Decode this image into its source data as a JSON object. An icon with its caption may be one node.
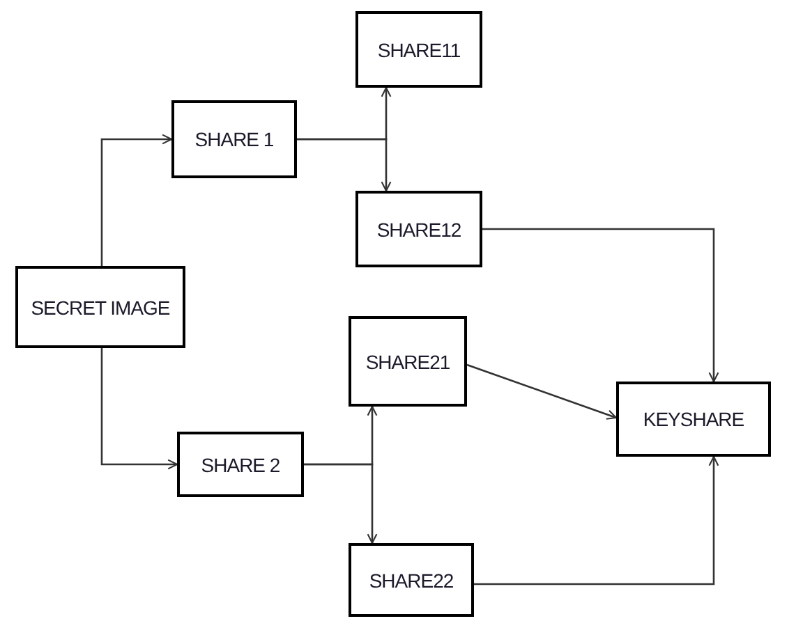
{
  "diagram": {
    "nodes": [
      {
        "text": [
          "SHARE11"
        ]
      },
      {
        "text": [
          "SHARE 1"
        ]
      },
      {
        "text": [
          "SHARE12"
        ]
      },
      {
        "text": [
          "SECRET IMAGE"
        ]
      },
      {
        "text": [
          "SHARE21"
        ]
      },
      {
        "text": [
          "KEYSHARE"
        ]
      },
      {
        "text": [
          "SHARE 2"
        ]
      },
      {
        "text": [
          "SHARE22"
        ]
      }
    ],
    "edges": [
      {
        "from": 3,
        "to": 1,
        "arrow": "to"
      },
      {
        "from": 1,
        "to": 0,
        "arrow": "to"
      },
      {
        "from": 1,
        "to": 2,
        "arrow": "to"
      },
      {
        "from": 2,
        "to": 5,
        "arrow": "to"
      },
      {
        "from": 3,
        "to": 6,
        "arrow": "to"
      },
      {
        "from": 6,
        "to": 4,
        "arrow": "to"
      },
      {
        "from": 6,
        "to": 7,
        "arrow": "to"
      },
      {
        "from": 4,
        "to": 5,
        "arrow": "to"
      },
      {
        "from": 7,
        "to": 5,
        "arrow": "to"
      }
    ]
  }
}
